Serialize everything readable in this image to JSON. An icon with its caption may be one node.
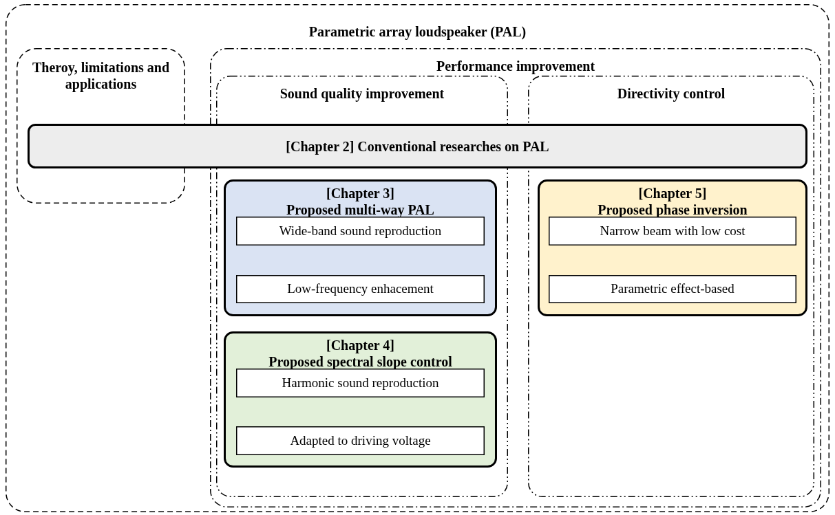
{
  "diagram": {
    "nodes": [
      {
        "text": [
          "Parametric array loudspeaker (PAL)"
        ]
      },
      {
        "text": [
          "Theroy, limitations and applications"
        ],
        "in": 0
      },
      {
        "text": [
          "Performance improvement"
        ],
        "in": 0
      },
      {
        "text": [
          "Sound quality improvement"
        ],
        "in": 2
      },
      {
        "text": [
          "Directivity control"
        ],
        "in": 2
      },
      {
        "text": [
          "[Chapter 2] Conventional researches on PAL"
        ],
        "in": 0
      },
      {
        "text": [
          "[Chapter 3]",
          "Proposed multi-way PAL"
        ],
        "in": 3
      },
      {
        "text": [
          "Wide-band sound reproduction"
        ],
        "in": 6
      },
      {
        "text": [
          "Low-frequency enhacement"
        ],
        "in": 6
      },
      {
        "text": [
          "[Chapter 4]",
          "Proposed spectral slope control"
        ],
        "in": 3
      },
      {
        "text": [
          "Harmonic sound reproduction"
        ],
        "in": 9
      },
      {
        "text": [
          "Adapted to driving voltage"
        ],
        "in": 9
      },
      {
        "text": [
          "[Chapter 5]",
          "Proposed phase inversion"
        ],
        "in": 4
      },
      {
        "text": [
          "Narrow beam with low cost"
        ],
        "in": 12
      },
      {
        "text": [
          "Parametric effect-based"
        ],
        "in": 12
      }
    ]
  }
}
